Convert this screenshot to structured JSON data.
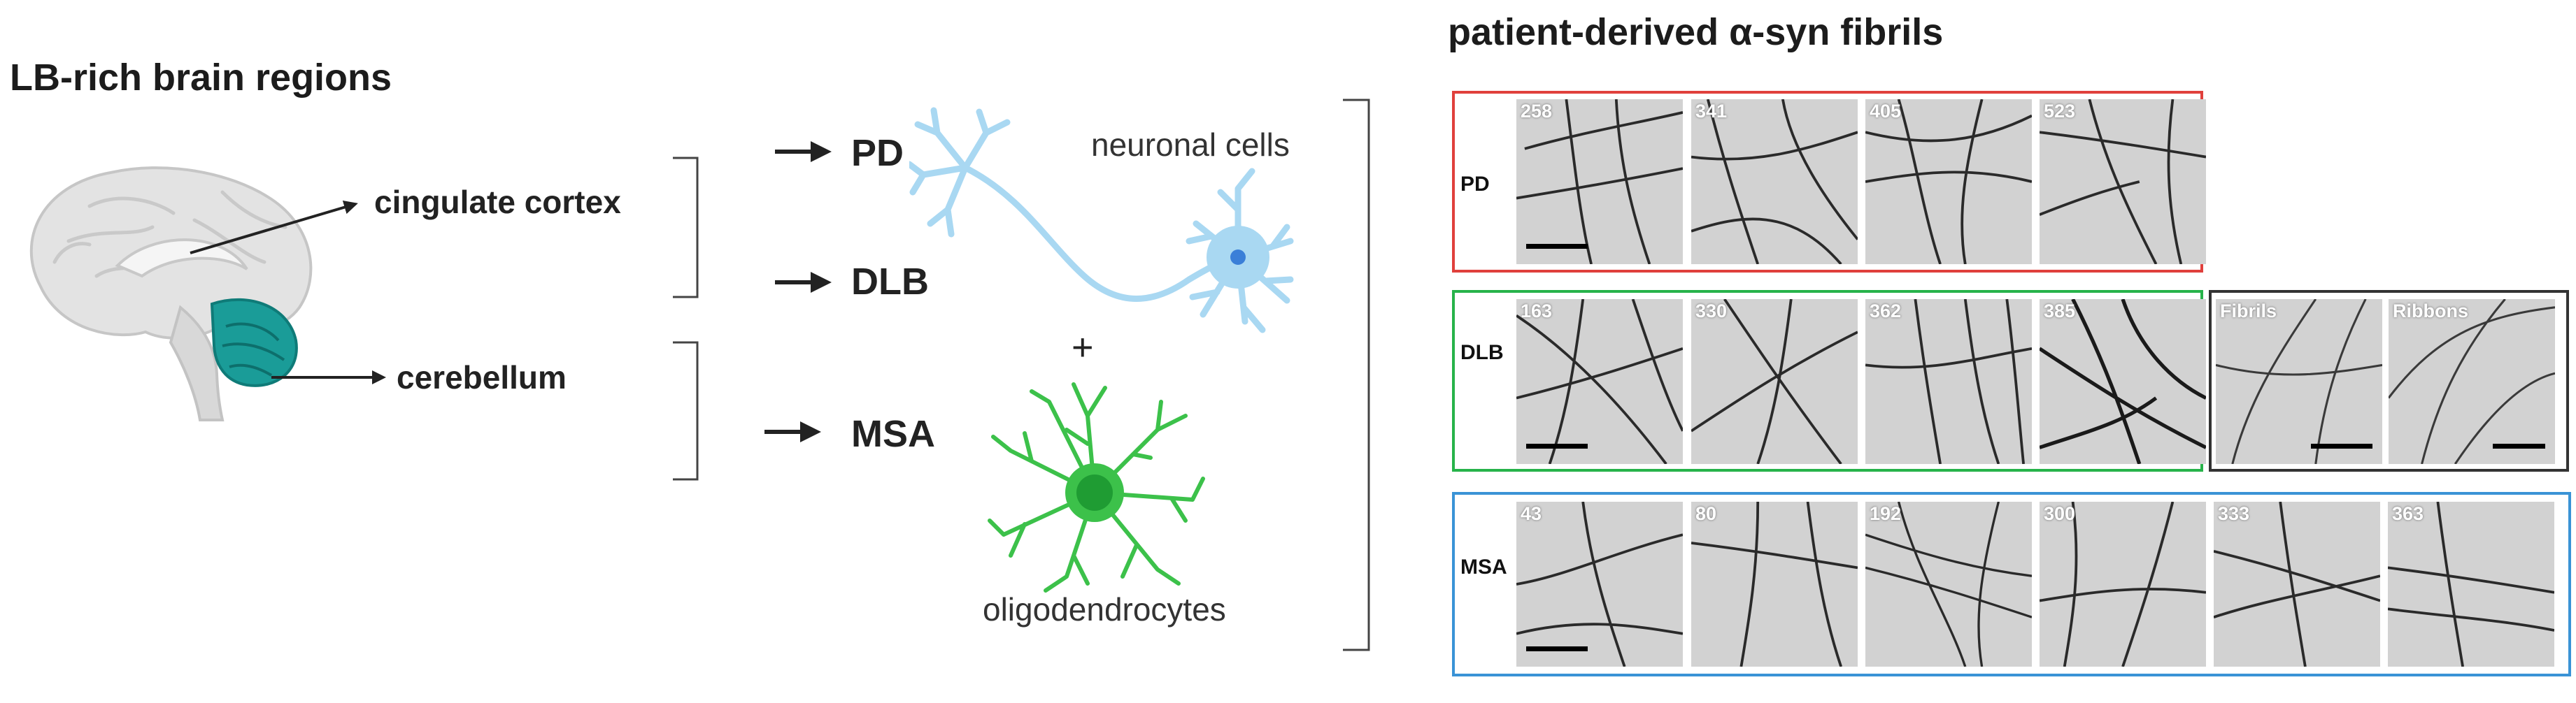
{
  "left_title": "LB-rich brain regions",
  "regions": [
    "cingulate cortex",
    "cerebellum"
  ],
  "diseases": [
    "PD",
    "DLB",
    "MSA"
  ],
  "plus": "+",
  "cells": {
    "neuron": "neuronal cells",
    "oligo": "oligodendrocytes"
  },
  "right_title": "patient-derived α-syn fibrils",
  "rows": [
    {
      "label": "PD",
      "color": "#e0403c",
      "panels": [
        "258",
        "341",
        "405",
        "523"
      ]
    },
    {
      "label": "DLB",
      "color": "#27b34a",
      "panels": [
        "163",
        "330",
        "362",
        "385"
      ]
    },
    {
      "label": "MSA",
      "color": "#3a93d6",
      "panels": [
        "43",
        "80",
        "192",
        "300",
        "333",
        "363"
      ]
    }
  ],
  "reference": {
    "color": "#333333",
    "panels": [
      "Fibrils",
      "Ribbons"
    ]
  },
  "colors": {
    "neuron": "#a9d8f2",
    "oligo": "#3cc14a",
    "cerebellum": "#1a9c98"
  }
}
